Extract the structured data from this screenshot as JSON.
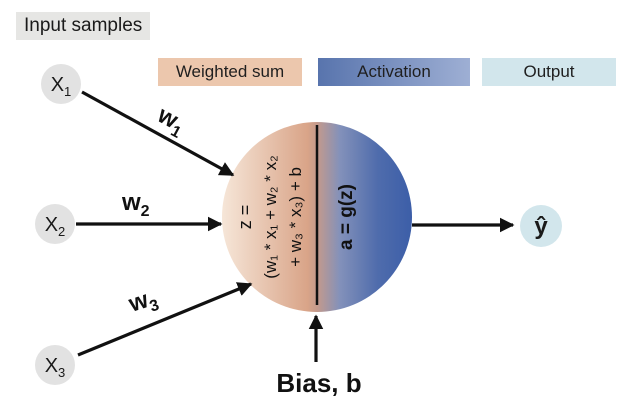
{
  "heading": "Input samples",
  "bands": {
    "weighted_sum": "Weighted sum",
    "activation": "Activation",
    "output": "Output"
  },
  "inputs": [
    {
      "base": "X",
      "sub": "1"
    },
    {
      "base": "X",
      "sub": "2"
    },
    {
      "base": "X",
      "sub": "3"
    }
  ],
  "weights": [
    {
      "base": "w",
      "sub": "1"
    },
    {
      "base": "w",
      "sub": "2"
    },
    {
      "base": "w",
      "sub": "3"
    }
  ],
  "equation": {
    "lhs": "z =",
    "term1": "(w₁ * x₁ + w₂ * x₂",
    "term2": "+ w₃ * x₃) + b"
  },
  "activation_formula": "a = g(z)",
  "output_symbol": "ŷ",
  "bias_label": "Bias, b"
}
